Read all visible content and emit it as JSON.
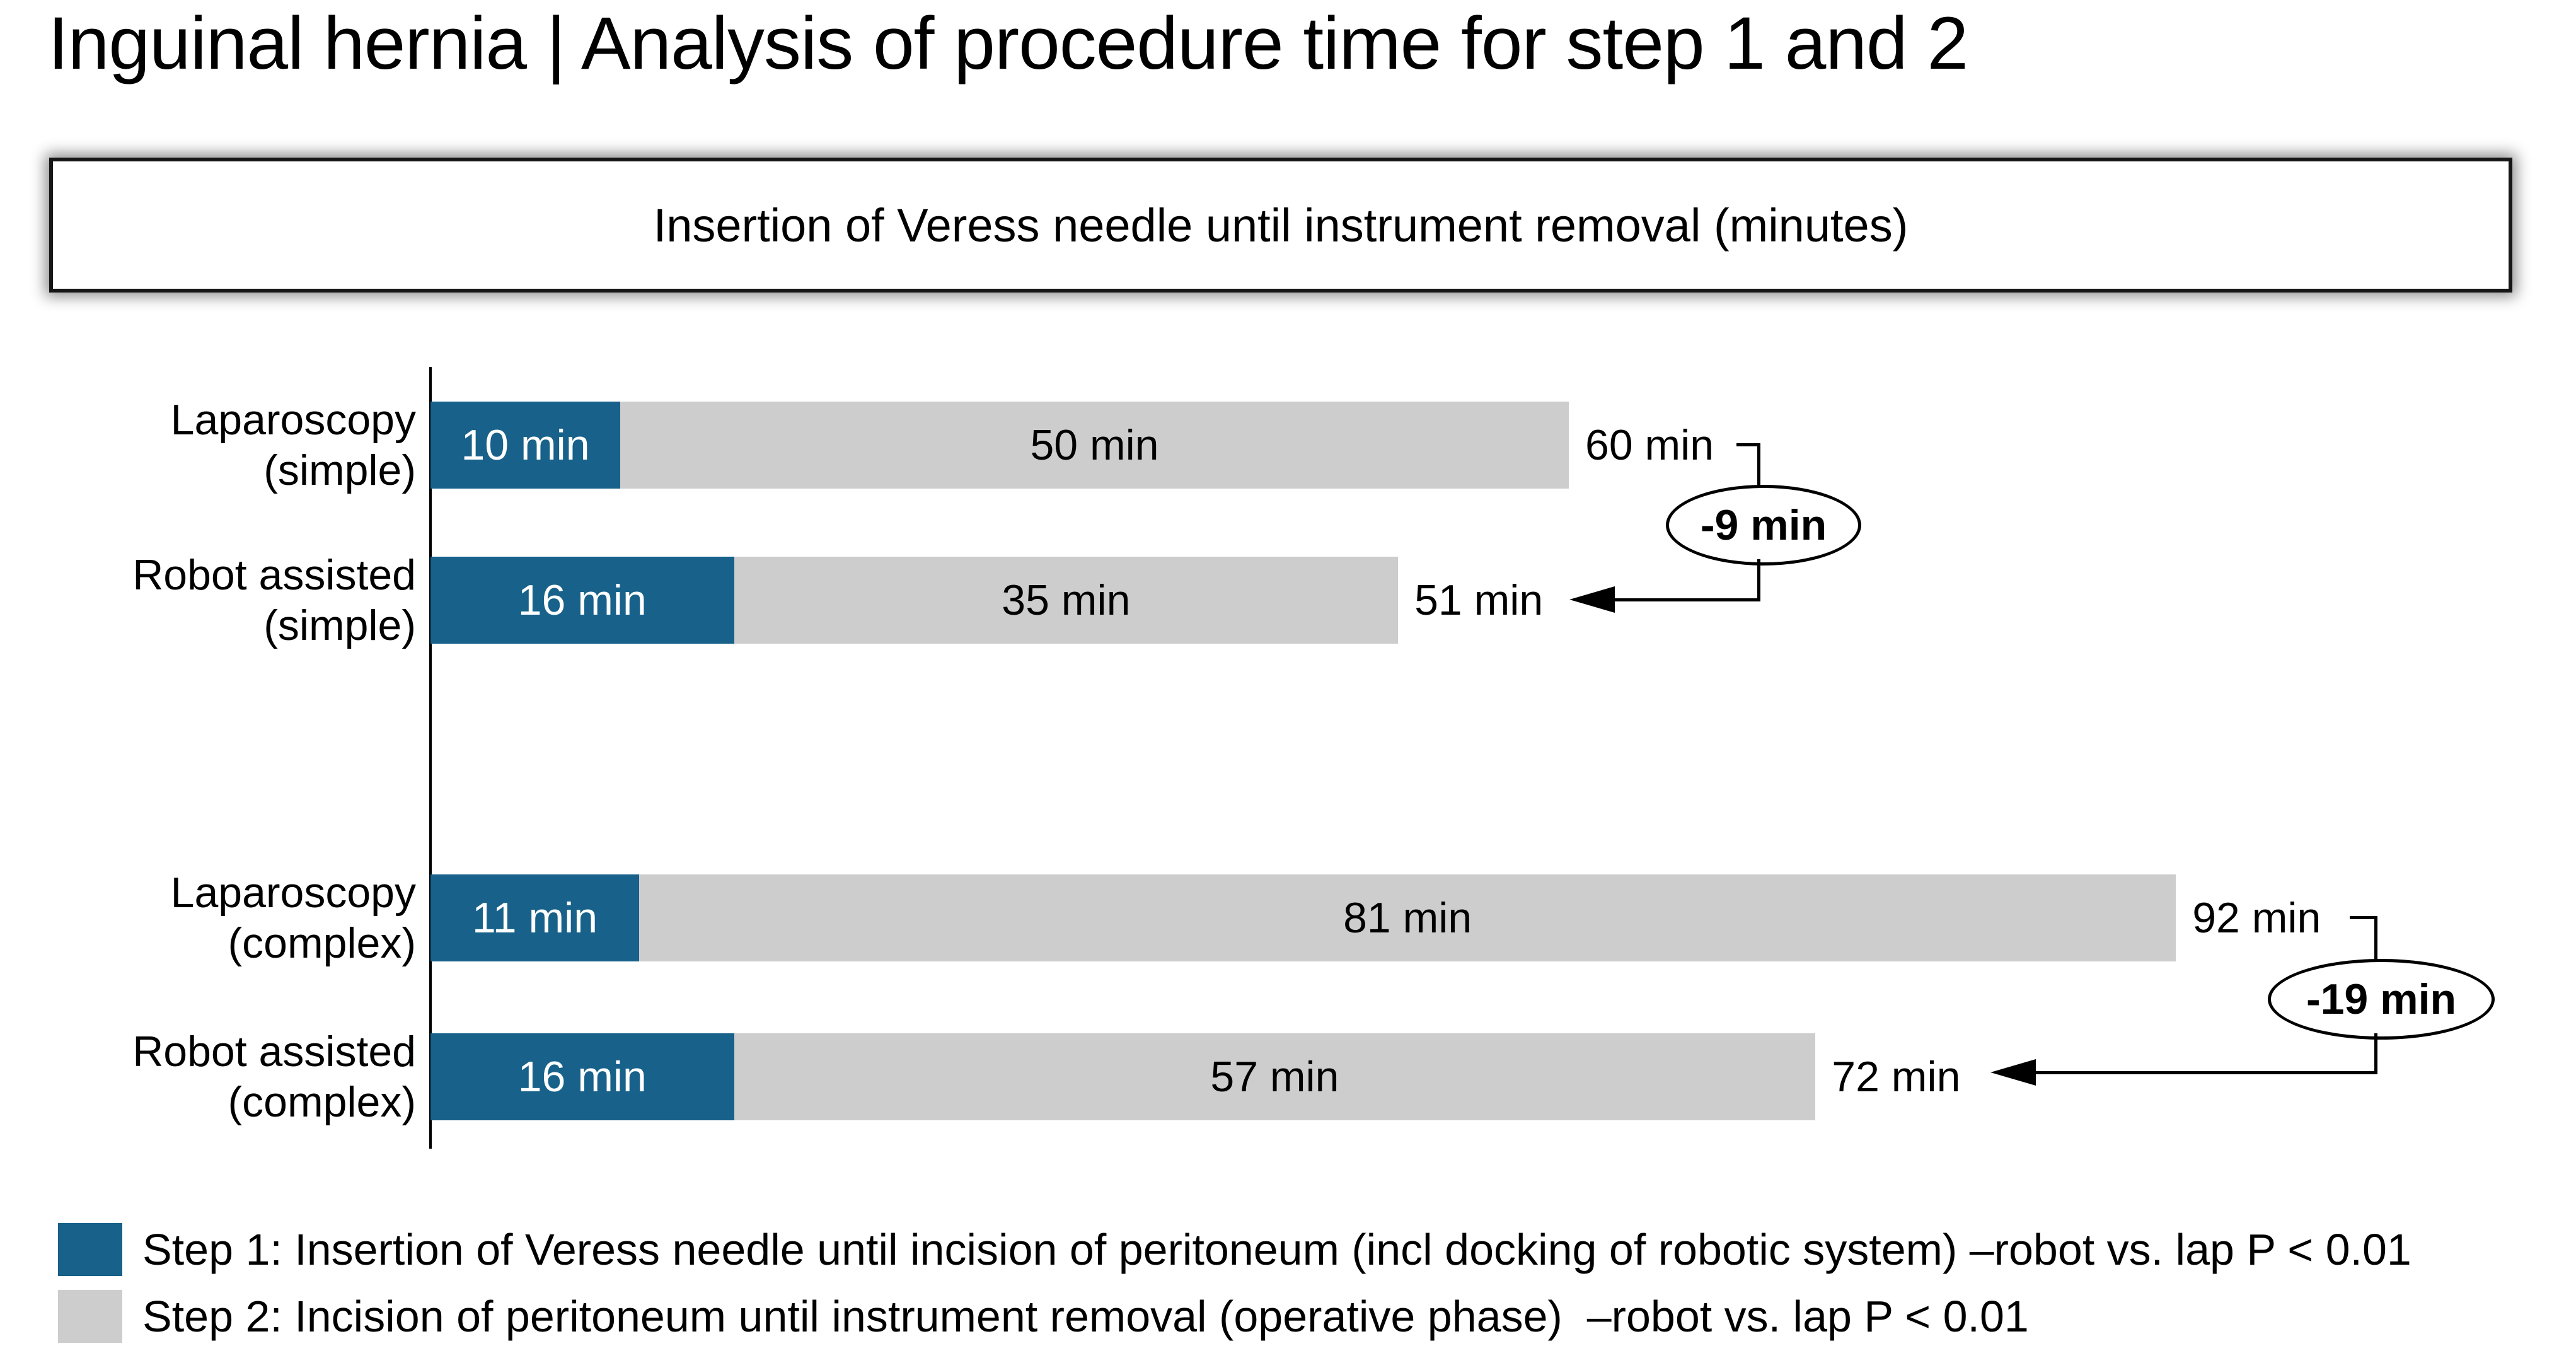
{
  "title": "Inguinal hernia | Analysis of procedure time for step 1 and 2",
  "subtitle": "Insertion of Veress needle until instrument removal (minutes)",
  "colors": {
    "step1_blue": "#17618A",
    "step2_gray": "#CDCDCD",
    "text": "#000000",
    "background": "#FFFFFF"
  },
  "chart_data": {
    "type": "bar",
    "orientation": "horizontal",
    "stacked": true,
    "unit": "min",
    "title": "Insertion of Veress needle until instrument removal (minutes)",
    "categories": [
      "Laparoscopy (simple)",
      "Robot assisted (simple)",
      "Laparoscopy (complex)",
      "Robot assisted (complex)"
    ],
    "series": [
      {
        "name": "Step 1: Insertion of Veress needle until incision of peritoneum (incl docking of robotic system)",
        "values": [
          10,
          16,
          11,
          16
        ],
        "color": "#17618A"
      },
      {
        "name": "Step 2: Incision of peritoneum until instrument removal (operative phase)",
        "values": [
          50,
          35,
          81,
          57
        ],
        "color": "#CDCDCD"
      }
    ],
    "totals": [
      60,
      51,
      92,
      72
    ],
    "annotations": [
      {
        "label": "-9 min",
        "delta_min": -9,
        "between_categories": [
          0,
          1
        ]
      },
      {
        "label": "-19 min",
        "delta_min": -19,
        "between_categories": [
          2,
          3
        ]
      }
    ],
    "x_axis_ticks": "none",
    "gridlines": false,
    "legend_position": "bottom"
  },
  "rows": [
    {
      "line1": "Laparoscopy",
      "line2": "(simple)",
      "v1": 10,
      "v2": 50,
      "l1": "10 min",
      "l2": "50 min",
      "total": "60 min"
    },
    {
      "line1": "Robot assisted",
      "line2": "(simple)",
      "v1": 16,
      "v2": 35,
      "l1": "16 min",
      "l2": "35 min",
      "total": "51 min"
    },
    {
      "line1": "Laparoscopy",
      "line2": "(complex)",
      "v1": 11,
      "v2": 81,
      "l1": "11 min",
      "l2": "81 min",
      "total": "92 min"
    },
    {
      "line1": "Robot assisted",
      "line2": "(complex)",
      "v1": 16,
      "v2": 57,
      "l1": "16 min",
      "l2": "57 min",
      "total": "72 min"
    }
  ],
  "annotations": [
    {
      "label": "-9 min"
    },
    {
      "label": "-19 min"
    }
  ],
  "legend": {
    "items": [
      {
        "text": "Step 1: Insertion of Veress needle until incision of peritoneum (incl docking of robotic system) –robot vs. lap P < 0.01"
      },
      {
        "text": "Step 2: Incision of peritoneum until instrument removal (operative phase)  –robot vs. lap P < 0.01"
      }
    ]
  }
}
